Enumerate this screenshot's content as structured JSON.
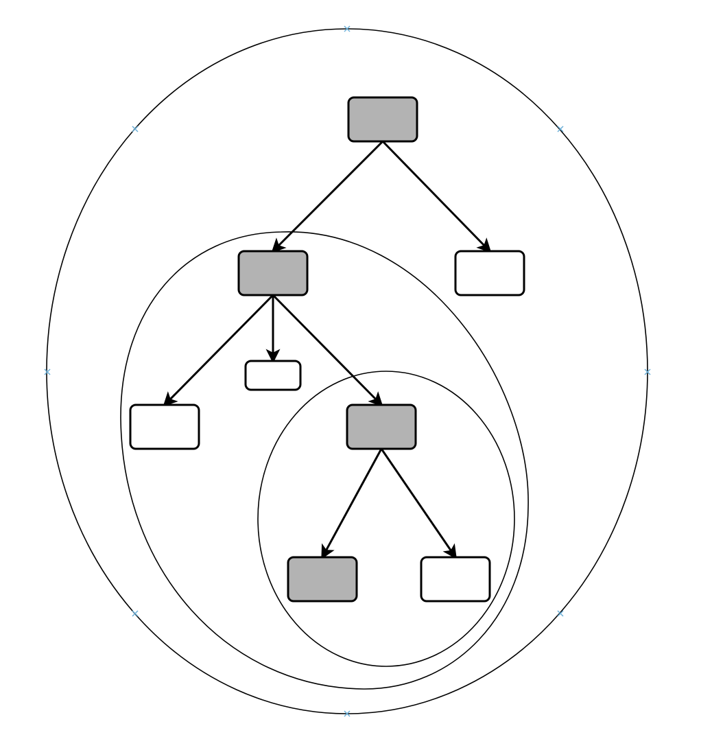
{
  "colors": {
    "background": "#ffffff",
    "stroke": "#000000",
    "filled_node": "#b3b3b3",
    "empty_node": "#ffffff",
    "handle_marker": "#6aaed6"
  },
  "nodes": [
    {
      "id": "root",
      "filled": true
    },
    {
      "id": "left-child",
      "filled": true
    },
    {
      "id": "right-child",
      "filled": false
    },
    {
      "id": "leaf-a",
      "filled": false
    },
    {
      "id": "leaf-b",
      "filled": false
    },
    {
      "id": "mid-node",
      "filled": true
    },
    {
      "id": "leaf-c",
      "filled": true
    },
    {
      "id": "leaf-d",
      "filled": false
    }
  ],
  "edges": [
    {
      "from": "root",
      "to": "left-child"
    },
    {
      "from": "root",
      "to": "right-child"
    },
    {
      "from": "left-child",
      "to": "leaf-a"
    },
    {
      "from": "left-child",
      "to": "leaf-b"
    },
    {
      "from": "left-child",
      "to": "mid-node"
    },
    {
      "from": "mid-node",
      "to": "leaf-c"
    },
    {
      "from": "mid-node",
      "to": "leaf-d"
    }
  ],
  "groups": [
    {
      "id": "outer",
      "contains": [
        "root",
        "left-child",
        "right-child",
        "leaf-a",
        "leaf-b",
        "mid-node",
        "leaf-c",
        "leaf-d"
      ],
      "selected": true
    },
    {
      "id": "middle",
      "contains": [
        "left-child",
        "leaf-a",
        "leaf-b",
        "mid-node",
        "leaf-c",
        "leaf-d"
      ],
      "selected": false
    },
    {
      "id": "inner",
      "contains": [
        "mid-node",
        "leaf-c",
        "leaf-d"
      ],
      "selected": false
    }
  ]
}
